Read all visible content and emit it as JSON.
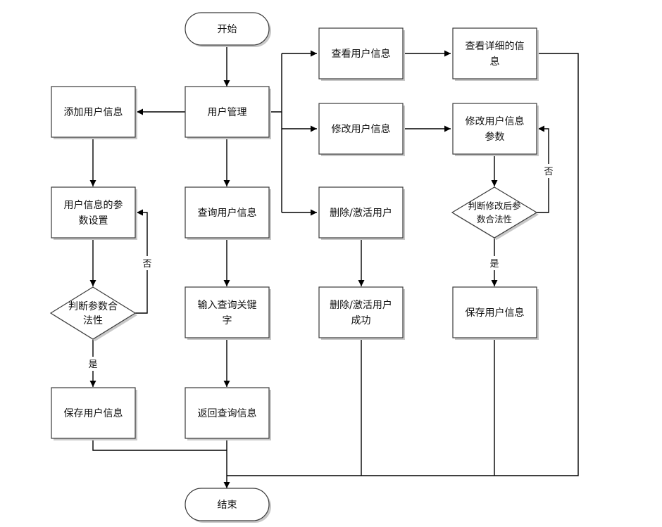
{
  "nodes": {
    "start": "开始",
    "user_mgmt": "用户管理",
    "add_user": "添加用户信息",
    "param_set": [
      "用户信息的参",
      "数设置"
    ],
    "judge_left": [
      "判断参数合",
      "法性"
    ],
    "save_left": "保存用户信息",
    "query_user": "查询用户信息",
    "input_kw": [
      "输入查询关键",
      "字"
    ],
    "return_query": "返回查询信息",
    "view_user": "查看用户信息",
    "view_detail": [
      "查看详细的信",
      "息"
    ],
    "modify_user": "修改用户信息",
    "modify_param": [
      "修改用户信息",
      "参数"
    ],
    "delete_user": "删除/激活用户",
    "delete_success": [
      "删除/激活用户",
      "成功"
    ],
    "judge_right": [
      "判断修改后参",
      "数合法性"
    ],
    "save_right": "保存用户信息",
    "end": "结束"
  },
  "edge_labels": {
    "left_no": "否",
    "left_yes": "是",
    "right_no": "否",
    "right_yes": "是"
  }
}
